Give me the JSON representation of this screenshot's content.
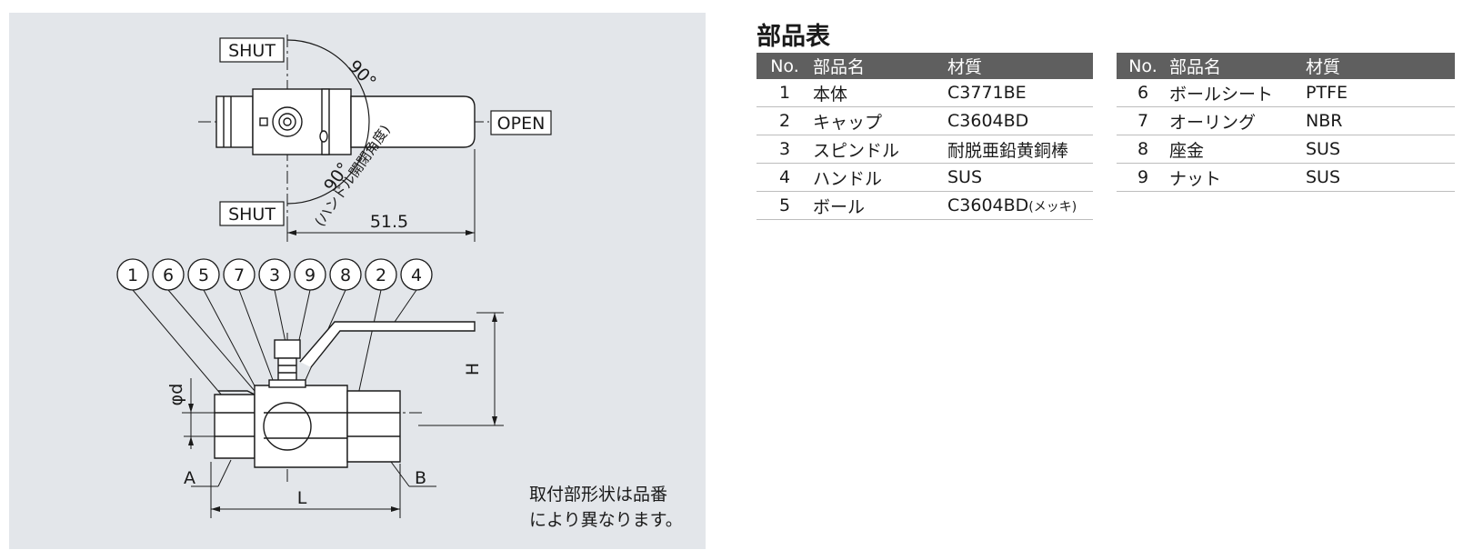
{
  "diagram": {
    "label_shut_top": "SHUT",
    "label_shut_bottom": "SHUT",
    "label_open": "OPEN",
    "angle_top": "90°",
    "angle_bottom": "90°",
    "angle_note": "(ハンドル開閉角度)",
    "dim_width": "51.5",
    "dim_h": "H",
    "dim_l": "L",
    "dim_phi_d": "φd",
    "label_a": "A",
    "label_b": "B",
    "part_bubbles": [
      "1",
      "6",
      "5",
      "7",
      "3",
      "9",
      "8",
      "2",
      "4"
    ],
    "note_line1": "取付部形状は品番",
    "note_line2": "により異なります。"
  },
  "parts_table": {
    "title": "部品表",
    "headers": {
      "no": "No.",
      "name": "部品名",
      "material": "材質"
    },
    "left_rows": [
      {
        "no": "1",
        "name": "本体",
        "material": "C3771BE"
      },
      {
        "no": "2",
        "name": "キャップ",
        "material": "C3604BD"
      },
      {
        "no": "3",
        "name": "スピンドル",
        "material": "耐脱亜鉛黄銅棒"
      },
      {
        "no": "4",
        "name": "ハンドル",
        "material": "SUS"
      },
      {
        "no": "5",
        "name": "ボール",
        "material": "C3604BD",
        "material_note": "(メッキ)"
      }
    ],
    "right_rows": [
      {
        "no": "6",
        "name": "ボールシート",
        "material": "PTFE"
      },
      {
        "no": "7",
        "name": "オーリング",
        "material": "NBR"
      },
      {
        "no": "8",
        "name": "座金",
        "material": "SUS"
      },
      {
        "no": "9",
        "name": "ナット",
        "material": "SUS"
      }
    ]
  }
}
